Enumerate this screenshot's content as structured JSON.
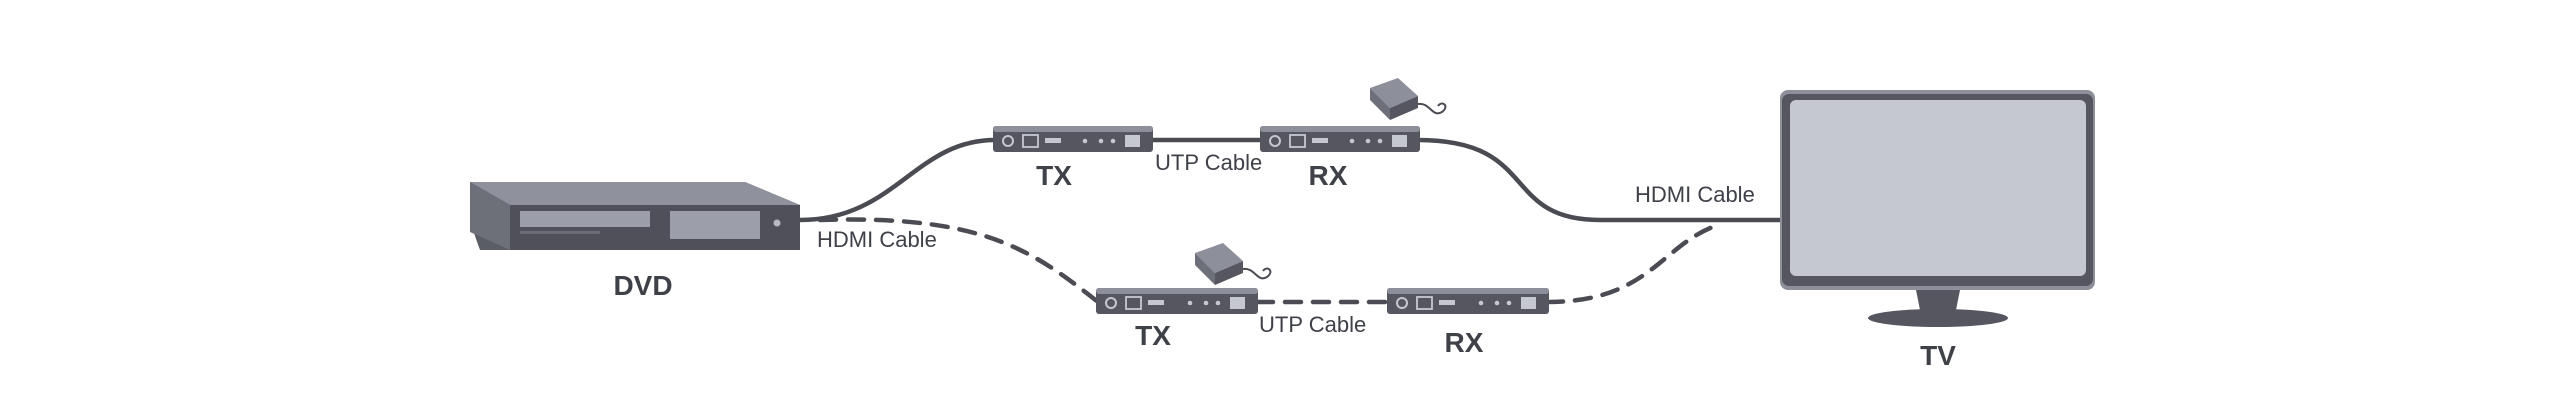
{
  "devices": {
    "dvd": "DVD",
    "tv": "TV",
    "top_tx": "TX",
    "top_rx": "RX",
    "bottom_tx": "TX",
    "bottom_rx": "RX"
  },
  "cables": {
    "hdmi_left": "HDMI Cable",
    "hdmi_right": "HDMI Cable",
    "utp_top": "UTP Cable",
    "utp_bottom": "UTP Cable"
  },
  "colors": {
    "device_dark": "#55565f",
    "device_light": "#8d8f9a",
    "screen": "#c5c8d1",
    "cable": "#4a4b53",
    "text": "#3f4149"
  },
  "line_styles": {
    "top_path": "solid",
    "bottom_path": "dashed"
  },
  "icons": {
    "power_adapter": "power-adapter-icon"
  }
}
